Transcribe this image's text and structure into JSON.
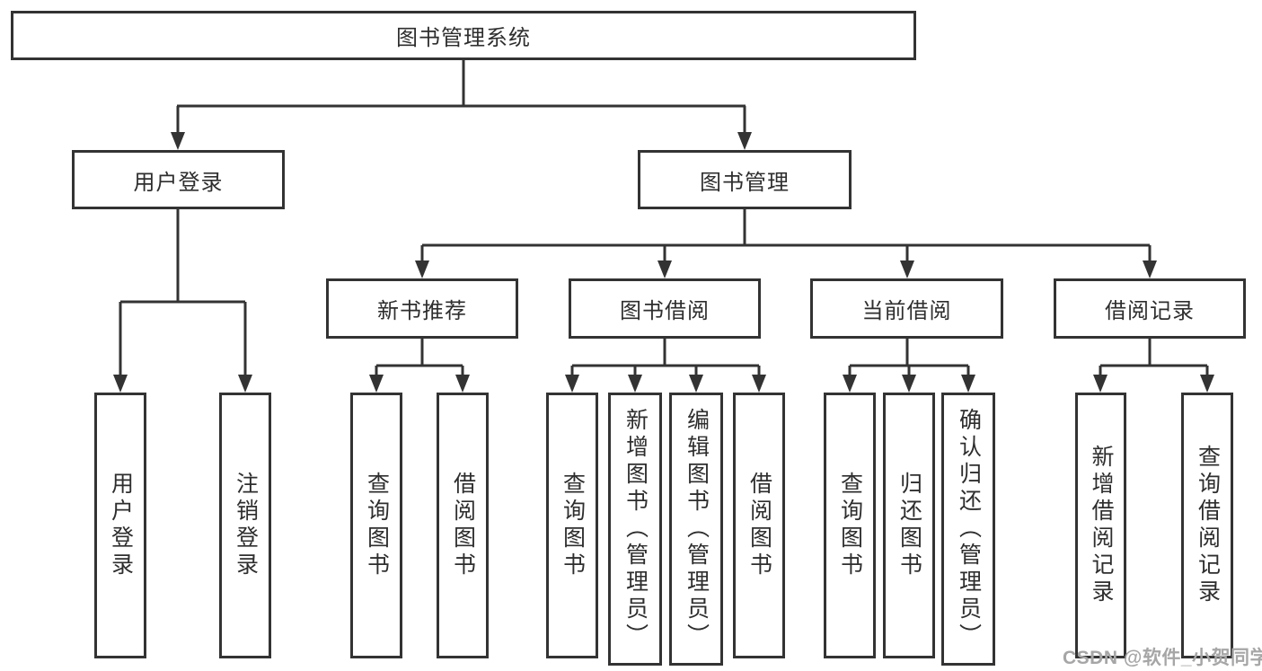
{
  "colors": {
    "line": "#333333",
    "box-border": "#333333",
    "text": "#2e2e2e",
    "watermark": "#a6a6a6",
    "background": "#ffffff"
  },
  "watermark": {
    "text": "CSDN @软件_小贺同学"
  },
  "tree": {
    "root": {
      "label": "图书管理系统",
      "children": [
        {
          "label": "用户登录",
          "children": [
            {
              "label": "用户登录"
            },
            {
              "label": "注销登录"
            }
          ]
        },
        {
          "label": "图书管理",
          "children": [
            {
              "label": "新书推荐",
              "children": [
                {
                  "label": "查询图书"
                },
                {
                  "label": "借阅图书"
                }
              ]
            },
            {
              "label": "图书借阅",
              "children": [
                {
                  "label": "查询图书"
                },
                {
                  "label": "新增图书（管理员）"
                },
                {
                  "label": "编辑图书（管理员）"
                },
                {
                  "label": "借阅图书"
                }
              ]
            },
            {
              "label": "当前借阅",
              "children": [
                {
                  "label": "查询图书"
                },
                {
                  "label": "归还图书"
                },
                {
                  "label": "确认归还（管理员）"
                }
              ]
            },
            {
              "label": "借阅记录",
              "children": [
                {
                  "label": "新增借阅记录"
                },
                {
                  "label": "查询借阅记录"
                }
              ]
            }
          ]
        }
      ]
    }
  }
}
